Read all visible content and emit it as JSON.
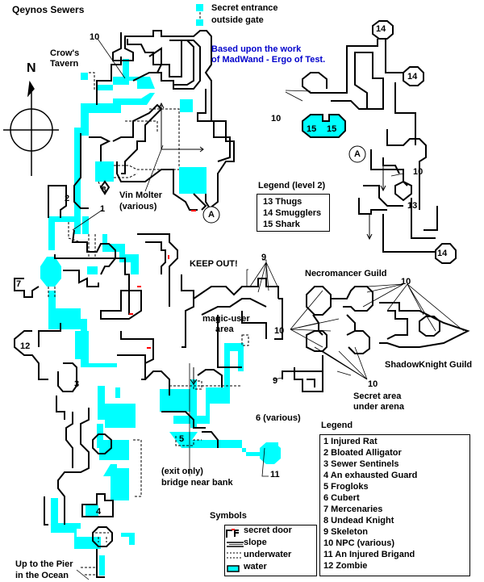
{
  "map": {
    "title": "Qeynos Sewers",
    "credit_line1": "Based upon the work",
    "credit_line2": "of MadWand - Ergo of Test.",
    "colors": {
      "water": "#00ffff",
      "wall": "#000000",
      "secret_door": "#ff0000",
      "credit_text": "#0000cc",
      "background": "#ffffff"
    },
    "compass": {
      "direction_label": "N",
      "icon": "compass-rose-icon"
    },
    "labels": {
      "secret_entrance_1": "Secret entrance",
      "secret_entrance_2": "outside gate",
      "crows_tavern_1": "Crow's",
      "crows_tavern_2": "Tavern",
      "vin_molter_1": "Vin Molter",
      "vin_molter_2": "(various)",
      "keep_out": "KEEP OUT!",
      "necromancer_guild": "Necromancer Guild",
      "shadowknight_guild": "ShadowKnight Guild",
      "magic_user_1": "magic-user",
      "magic_user_2": "area",
      "secret_arena_1": "Secret area",
      "secret_arena_2": "under arena",
      "six_various": "6 (various)",
      "exit_only_1": "(exit only)",
      "exit_only_2": "bridge near bank",
      "pier_1": "Up to the Pier",
      "pier_2": "in the Ocean",
      "waypoint_a": "A"
    },
    "markers": {
      "m1": "1",
      "m2": "2",
      "m3": "3",
      "m4": "4",
      "m5": "5",
      "m6": "6",
      "m7": "7",
      "m8": "8",
      "m9": "9",
      "m10": "10",
      "m11": "11",
      "m12": "12",
      "m13": "13",
      "m14": "14",
      "m15": "15"
    }
  },
  "legend_level2": {
    "title": "Legend (level 2)",
    "items": [
      "13 Thugs",
      "14 Smugglers",
      "15 Shark"
    ]
  },
  "legend": {
    "title": "Legend",
    "items": [
      "1 Injured Rat",
      "2 Bloated Alligator",
      "3 Sewer Sentinels",
      "4 An exhausted Guard",
      "5 Frogloks",
      "6 Cubert",
      "7 Mercenaries",
      "8 Undead Knight",
      "9 Skeleton",
      "10 NPC (various)",
      "11 An Injured Brigand",
      "12 Zombie"
    ]
  },
  "symbols": {
    "title": "Symbols",
    "items": [
      {
        "icon": "secret-door-icon",
        "label": "secret door"
      },
      {
        "icon": "slope-icon",
        "label": "slope"
      },
      {
        "icon": "underwater-icon",
        "label": "underwater"
      },
      {
        "icon": "water-icon",
        "label": "water"
      }
    ]
  }
}
